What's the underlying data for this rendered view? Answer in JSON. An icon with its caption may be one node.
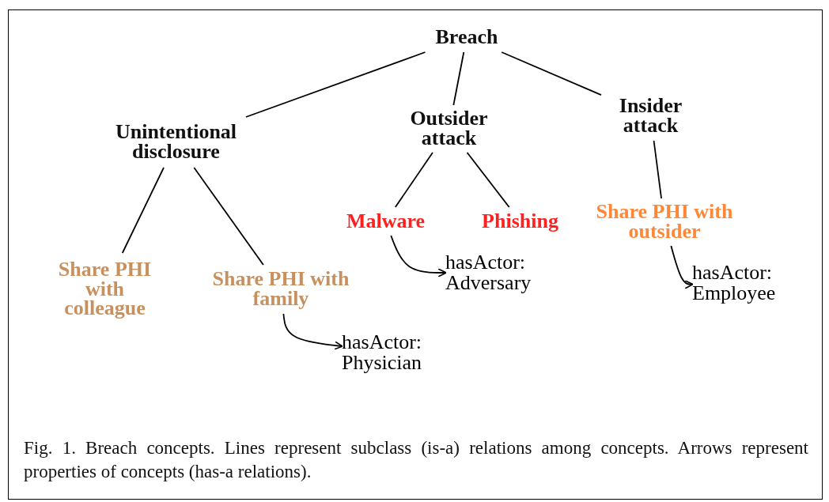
{
  "diagram": {
    "nodes": [
      {
        "text": [
          "Breach"
        ]
      },
      {
        "text": [
          "Unintentional disclosure"
        ]
      },
      {
        "text": [
          "Outsider attack"
        ]
      },
      {
        "text": [
          "Insider attack"
        ]
      },
      {
        "text": [
          "Share PHI with colleague"
        ]
      },
      {
        "text": [
          "Share PHI with family"
        ]
      },
      {
        "text": [
          "Malware"
        ]
      },
      {
        "text": [
          "Phishing"
        ]
      },
      {
        "text": [
          "Share PHI with outsider"
        ]
      },
      {
        "text": [
          "hasActor: Physician"
        ]
      },
      {
        "text": [
          "hasActor: Adversary"
        ]
      },
      {
        "text": [
          "hasActor: Employee"
        ]
      }
    ],
    "edges": [
      {
        "from": 0,
        "to": 1,
        "arrow": "none"
      },
      {
        "from": 0,
        "to": 2,
        "arrow": "none"
      },
      {
        "from": 0,
        "to": 3,
        "arrow": "none"
      },
      {
        "from": 1,
        "to": 4,
        "arrow": "none"
      },
      {
        "from": 1,
        "to": 5,
        "arrow": "none"
      },
      {
        "from": 2,
        "to": 6,
        "arrow": "none"
      },
      {
        "from": 2,
        "to": 7,
        "arrow": "none"
      },
      {
        "from": 3,
        "to": 8,
        "arrow": "none"
      },
      {
        "from": 5,
        "to": 9,
        "arrow": "to"
      },
      {
        "from": 6,
        "to": 10,
        "arrow": "to"
      },
      {
        "from": 8,
        "to": 11,
        "arrow": "to"
      }
    ],
    "caption": "Fig. 1.  Breach concepts. Lines represent subclass (is-a) relations among concepts. Arrows represent properties of concepts (has-a relations)."
  }
}
